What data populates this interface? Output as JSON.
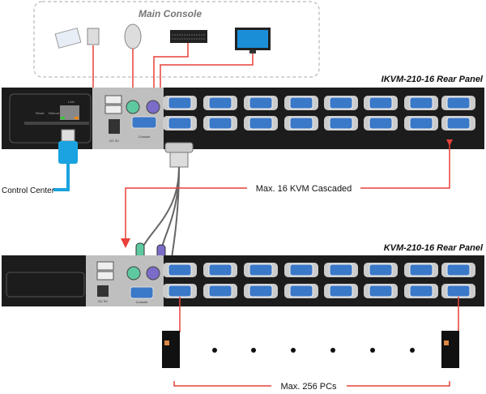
{
  "main_console": {
    "title": "Main Console",
    "devices": [
      "power-adapter-icon",
      "mouse-icon",
      "keyboard-icon",
      "monitor-icon"
    ]
  },
  "top_panel": {
    "title": "IKVM-210-16 Rear Panel",
    "lan_label": "LAN",
    "reset_label": "Reset",
    "reboot_label": "Reboot",
    "dc_label": "DC 9V",
    "console_label": "Console"
  },
  "bottom_panel": {
    "title": "KVM-210-16 Rear Panel",
    "dc_label": "DC 9V",
    "console_label": "Console"
  },
  "labels": {
    "control_center": "Control Center",
    "cascade": "Max. 16 KVM Cascaded",
    "pcs": "Max. 256 PCs"
  },
  "colors": {
    "red_line": "#e8403a",
    "lan_cable": "#1aa3e0",
    "panel": "#1c1c1c",
    "port": "#3a78c8",
    "ps2_mouse": "#5ec9a0",
    "ps2_kb": "#7a6cc8"
  }
}
